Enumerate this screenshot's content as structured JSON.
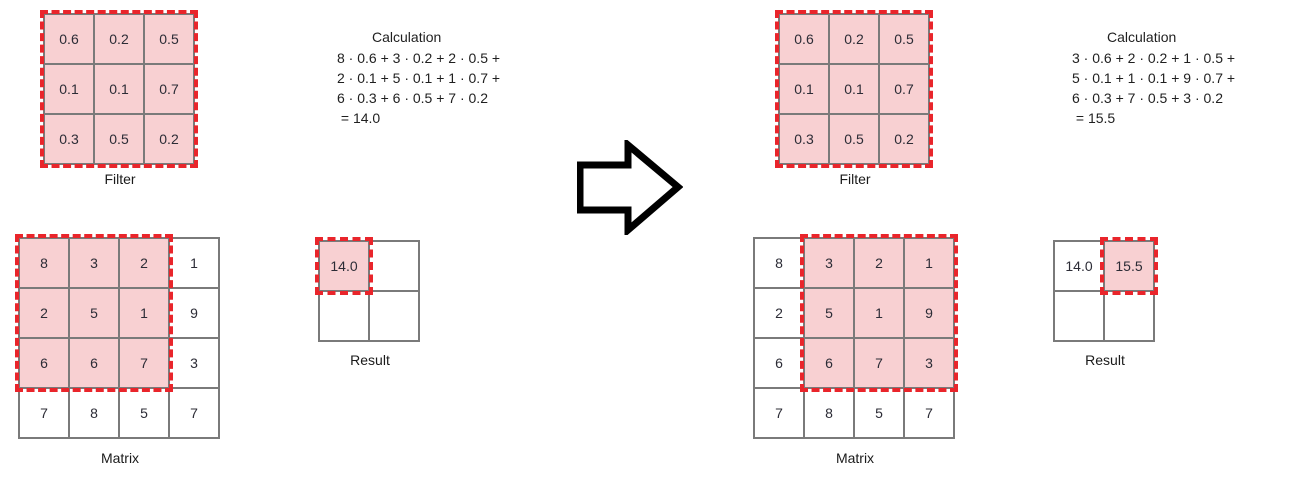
{
  "arrow_icon": "right-arrow",
  "colors": {
    "highlight_fill": "#f8d0d2",
    "highlight_border": "#e9252b",
    "grid_line": "#7a7a7a",
    "cell_text": "#2c2c36",
    "arrow_stroke": "#000000"
  },
  "panels": [
    {
      "name": "step-1",
      "filter": {
        "label": "Filter",
        "rows": [
          [
            "0.6",
            "0.2",
            "0.5"
          ],
          [
            "0.1",
            "0.1",
            "0.7"
          ],
          [
            "0.3",
            "0.5",
            "0.2"
          ]
        ],
        "highlight": {
          "row": 0,
          "col": 0,
          "rows": 3,
          "cols": 3
        }
      },
      "calculation": {
        "title": "Calculation",
        "lines": [
          "8 · 0.6 + 3 · 0.2 + 2 · 0.5 +",
          "2 · 0.1 + 5 · 0.1 + 1 · 0.7 +",
          "6 · 0.3 + 6 · 0.5 + 7 · 0.2",
          " = 14.0"
        ]
      },
      "matrix": {
        "label": "Matrix",
        "rows": [
          [
            "8",
            "3",
            "2",
            "1"
          ],
          [
            "2",
            "5",
            "1",
            "9"
          ],
          [
            "6",
            "6",
            "7",
            "3"
          ],
          [
            "7",
            "8",
            "5",
            "7"
          ]
        ],
        "highlight": {
          "row": 0,
          "col": 0,
          "rows": 3,
          "cols": 3
        }
      },
      "result": {
        "label": "Result",
        "rows": [
          [
            "14.0",
            ""
          ],
          [
            "",
            ""
          ]
        ],
        "highlight": {
          "row": 0,
          "col": 0,
          "rows": 1,
          "cols": 1
        }
      }
    },
    {
      "name": "step-2",
      "filter": {
        "label": "Filter",
        "rows": [
          [
            "0.6",
            "0.2",
            "0.5"
          ],
          [
            "0.1",
            "0.1",
            "0.7"
          ],
          [
            "0.3",
            "0.5",
            "0.2"
          ]
        ],
        "highlight": {
          "row": 0,
          "col": 0,
          "rows": 3,
          "cols": 3
        }
      },
      "calculation": {
        "title": "Calculation",
        "lines": [
          "3 · 0.6 + 2 · 0.2 + 1 · 0.5 +",
          "5 · 0.1 + 1 · 0.1 + 9 · 0.7 +",
          "6 · 0.3 + 7 · 0.5 + 3 · 0.2",
          " = 15.5"
        ]
      },
      "matrix": {
        "label": "Matrix",
        "rows": [
          [
            "8",
            "3",
            "2",
            "1"
          ],
          [
            "2",
            "5",
            "1",
            "9"
          ],
          [
            "6",
            "6",
            "7",
            "3"
          ],
          [
            "7",
            "8",
            "5",
            "7"
          ]
        ],
        "highlight": {
          "row": 0,
          "col": 1,
          "rows": 3,
          "cols": 3
        }
      },
      "result": {
        "label": "Result",
        "rows": [
          [
            "14.0",
            "15.5"
          ],
          [
            "",
            ""
          ]
        ],
        "highlight": {
          "row": 0,
          "col": 1,
          "rows": 1,
          "cols": 1
        }
      }
    }
  ]
}
